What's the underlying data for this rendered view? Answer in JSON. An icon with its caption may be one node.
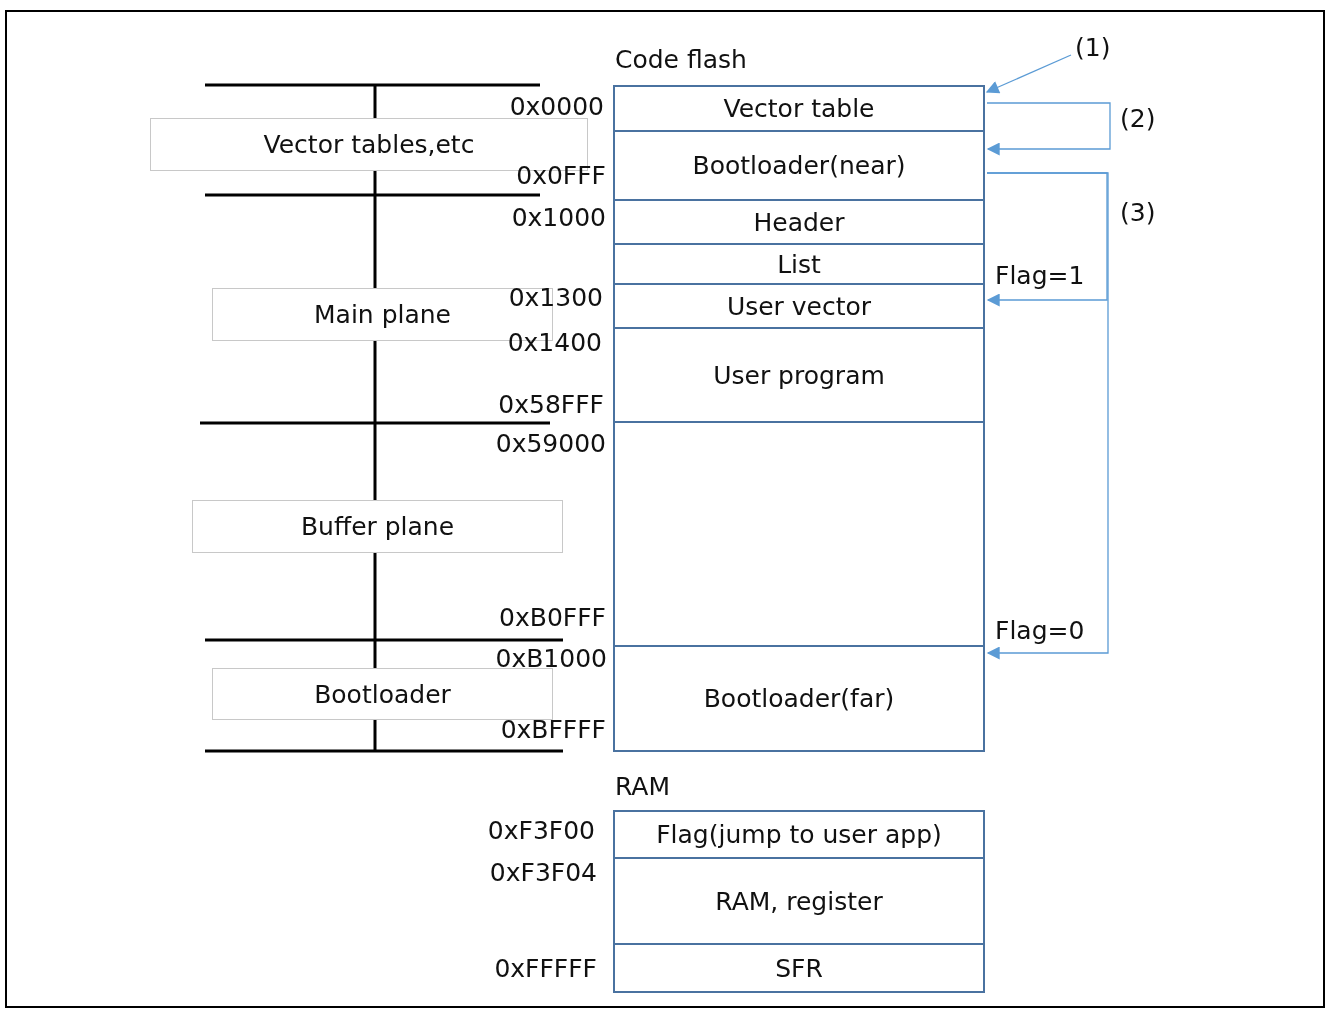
{
  "diagram": {
    "nodes": [
      {
        "text": [
          "Code flash"
        ]
      },
      {
        "text": [
          "Vector table"
        ],
        "in": 0
      },
      {
        "text": [
          "Bootloader(near)"
        ],
        "in": 0
      },
      {
        "text": [
          "Header"
        ],
        "in": 0
      },
      {
        "text": [
          "List"
        ],
        "in": 0
      },
      {
        "text": [
          "User vector"
        ],
        "in": 0
      },
      {
        "text": [
          "User program"
        ],
        "in": 0
      },
      {
        "text": [],
        "shape": "box",
        "in": 0
      },
      {
        "text": [
          "Bootloader(far)"
        ],
        "in": 0
      },
      {
        "text": [
          "RAM"
        ]
      },
      {
        "text": [
          "Flag(jump to user app)"
        ],
        "in": 9
      },
      {
        "text": [
          "RAM, register"
        ],
        "in": 9
      },
      {
        "text": [
          "SFR"
        ],
        "in": 9
      },
      {
        "text": [
          "Vector tables,etc"
        ]
      },
      {
        "text": [
          "Main plane"
        ]
      },
      {
        "text": [
          "Buffer plane"
        ]
      },
      {
        "text": [
          "Bootloader"
        ]
      },
      {
        "text": [
          "(1)"
        ]
      }
    ],
    "edges": [
      {
        "from": 17,
        "to": 1,
        "arrow": "to"
      },
      {
        "from": 1,
        "to": 2,
        "arrow": "to",
        "label": "(2)"
      },
      {
        "from": 2,
        "to": 5,
        "arrow": "to",
        "label": "Flag=1"
      },
      {
        "from": 2,
        "to": 8,
        "arrow": "to",
        "label": "Flag=0"
      }
    ],
    "labels": [
      "0x0000",
      "0x0FFF",
      "0x1000",
      "0x1300",
      "0x1400",
      "0x58FFF",
      "0x59000",
      "0xB0FFF",
      "0xB1000",
      "0xBFFFF",
      "0xF3F00",
      "0xF3F04",
      "0xFFFFF",
      "(3)"
    ]
  }
}
